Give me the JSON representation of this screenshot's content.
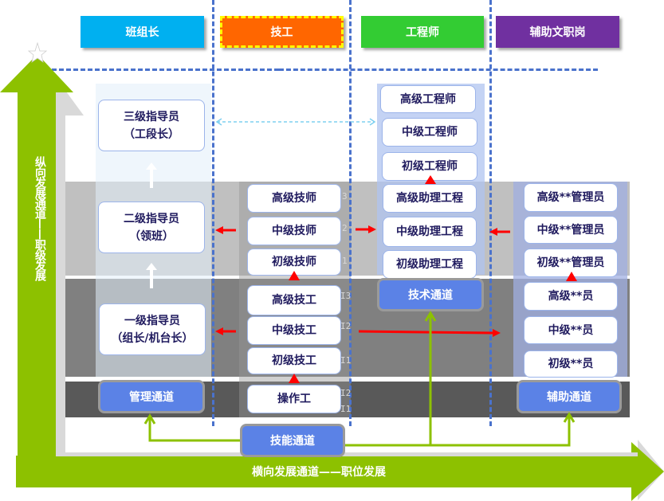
{
  "headers": [
    {
      "label": "班组长",
      "color": "#00b0f0"
    },
    {
      "label": "技工",
      "color": "#ff6600",
      "border": "#ffff00"
    },
    {
      "label": "工程师",
      "color": "#33cc33"
    },
    {
      "label": "辅助文职岗",
      "color": "#7030a0"
    }
  ],
  "vertical_axis": {
    "label": "纵向发展通道——职级发展",
    "color": "#8dc100"
  },
  "horizontal_axis": {
    "label": "横向发展通道——职位发展",
    "color": "#8dc100"
  },
  "management": {
    "levels": [
      {
        "title": "三级指导员",
        "subtitle": "（工段长）"
      },
      {
        "title": "二级指导员",
        "subtitle": "（领班）"
      },
      {
        "title": "一级指导员",
        "subtitle": "（组长/机台长）"
      }
    ],
    "channel": "管理通道"
  },
  "technician": {
    "upper": [
      {
        "label": "高级技师",
        "level": "3"
      },
      {
        "label": "中级技师",
        "level": "2"
      },
      {
        "label": "初级技师",
        "level": "1"
      }
    ],
    "middle": [
      {
        "label": "高级技工",
        "level": "I3"
      },
      {
        "label": "中级技工",
        "level": "I2"
      },
      {
        "label": "初级技工",
        "level": "I1"
      }
    ],
    "base": {
      "label": "操作工",
      "levels": [
        "I2",
        "I1"
      ]
    },
    "channel": "技能通道"
  },
  "engineer": {
    "items": [
      "高级工程师",
      "中级工程师",
      "初级工程师",
      "高级助理工程",
      "中级助理工程",
      "初级助理工程"
    ],
    "channel": "技术通道"
  },
  "clerical": {
    "items": [
      "高级**管理员",
      "中级**管理员",
      "初级**管理员",
      "高级**员",
      "中级**员",
      "初级**员"
    ],
    "channel": "辅助通道"
  },
  "colors": {
    "band_light": "#c0c0c0",
    "band_mid": "#808080",
    "band_dark": "#595959",
    "arrow_red": "#ff0000",
    "channel_blue": "#5b82e6",
    "dash_blue": "#4a72cc"
  }
}
